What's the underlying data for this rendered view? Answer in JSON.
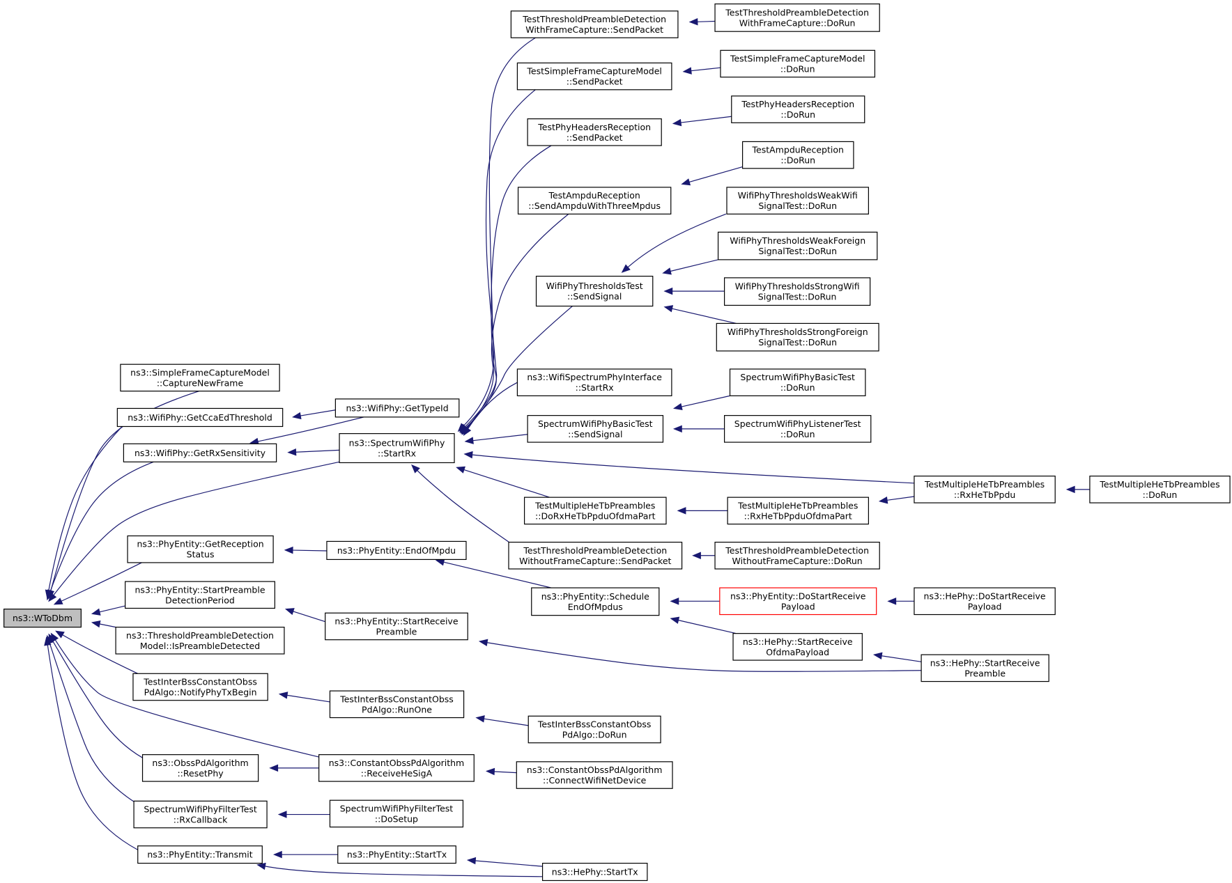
{
  "colors": {
    "edge": "#191970",
    "root_fill": "#bfbfbf",
    "highlight_border": "#ff0000"
  },
  "nodes": {
    "WToDbm": [
      "ns3::WToDbm"
    ],
    "SimpleFrameCapture": [
      "ns3::SimpleFrameCaptureModel",
      "::CaptureNewFrame"
    ],
    "GetCcaEdThreshold": [
      "ns3::WifiPhy::GetCcaEdThreshold"
    ],
    "GetRxSensitivity": [
      "ns3::WifiPhy::GetRxSensitivity"
    ],
    "GetReceptionStatus": [
      "ns3::PhyEntity::GetReception",
      "Status"
    ],
    "StartPreambleDetectionPeriod": [
      "ns3::PhyEntity::StartPreamble",
      "DetectionPeriod"
    ],
    "IsPreambleDetected": [
      "ns3::ThresholdPreambleDetection",
      "Model::IsPreambleDetected"
    ],
    "NotifyPhyTxBegin": [
      "TestInterBssConstantObss",
      "PdAlgo::NotifyPhyTxBegin"
    ],
    "ResetPhy": [
      "ns3::ObssPdAlgorithm",
      "::ResetPhy"
    ],
    "FilterRxCallback": [
      "SpectrumWifiPhyFilterTest",
      "::RxCallback"
    ],
    "Transmit": [
      "ns3::PhyEntity::Transmit"
    ],
    "GetTypeId": [
      "ns3::WifiPhy::GetTypeId"
    ],
    "SpectrumStartRx": [
      "ns3::SpectrumWifiPhy",
      "::StartRx"
    ],
    "EndOfMpdu": [
      "ns3::PhyEntity::EndOfMpdu"
    ],
    "PhyEntityStartReceivePreamble": [
      "ns3::PhyEntity::StartReceive",
      "Preamble"
    ],
    "RunOne": [
      "TestInterBssConstantObss",
      "PdAlgo::RunOne"
    ],
    "ReceiveHeSigA": [
      "ns3::ConstantObssPdAlgorithm",
      "::ReceiveHeSigA"
    ],
    "FilterDoSetup": [
      "SpectrumWifiPhyFilterTest",
      "::DoSetup"
    ],
    "PhyEntityStartTx": [
      "ns3::PhyEntity::StartTx"
    ],
    "TPDWithSendPacket": [
      "TestThresholdPreambleDetection",
      "WithFrameCapture::SendPacket"
    ],
    "SimpleFCMSendPacket": [
      "TestSimpleFrameCaptureModel",
      "::SendPacket"
    ],
    "PhyHeadersSendPacket": [
      "TestPhyHeadersReception",
      "::SendPacket"
    ],
    "AmpduSend": [
      "TestAmpduReception",
      "::SendAmpduWithThreeMpdus"
    ],
    "ThresholdsSendSignal": [
      "WifiPhyThresholdsTest",
      "::SendSignal"
    ],
    "InterfaceStartRx": [
      "ns3::WifiSpectrumPhyInterface",
      "::StartRx"
    ],
    "BasicSendSignal": [
      "SpectrumWifiPhyBasicTest",
      "::SendSignal"
    ],
    "DoRxHeTbPpdu": [
      "TestMultipleHeTbPreambles",
      "::DoRxHeTbPpduOfdmaPart"
    ],
    "TPDWithoutSendPacket": [
      "TestThresholdPreambleDetection",
      "WithoutFrameCapture::SendPacket"
    ],
    "ScheduleEndOfMpdus": [
      "ns3::PhyEntity::Schedule",
      "EndOfMpdus"
    ],
    "InterBssDoRun": [
      "TestInterBssConstantObss",
      "PdAlgo::DoRun"
    ],
    "ConnectWifiNetDevice": [
      "ns3::ConstantObssPdAlgorithm",
      "::ConnectWifiNetDevice"
    ],
    "TPDWithDoRun": [
      "TestThresholdPreambleDetection",
      "WithFrameCapture::DoRun"
    ],
    "SimpleFCMDoRun": [
      "TestSimpleFrameCaptureModel",
      "::DoRun"
    ],
    "PhyHeadersDoRun": [
      "TestPhyHeadersReception",
      "::DoRun"
    ],
    "AmpduDoRun": [
      "TestAmpduReception",
      "::DoRun"
    ],
    "WeakWifi": [
      "WifiPhyThresholdsWeakWifi",
      "SignalTest::DoRun"
    ],
    "WeakForeign": [
      "WifiPhyThresholdsWeakForeign",
      "SignalTest::DoRun"
    ],
    "StrongWifi": [
      "WifiPhyThresholdsStrongWifi",
      "SignalTest::DoRun"
    ],
    "StrongForeign": [
      "WifiPhyThresholdsStrongForeign",
      "SignalTest::DoRun"
    ],
    "BasicDoRun": [
      "SpectrumWifiPhyBasicTest",
      "::DoRun"
    ],
    "ListenerDoRun": [
      "SpectrumWifiPhyListenerTest",
      "::DoRun"
    ],
    "RxHeTbPpduOfdmaPart": [
      "TestMultipleHeTbPreambles",
      "::RxHeTbPpduOfdmaPart"
    ],
    "TPDWithoutDoRun": [
      "TestThresholdPreambleDetection",
      "WithoutFrameCapture::DoRun"
    ],
    "DoStartReceivePayload": [
      "ns3::PhyEntity::DoStartReceive",
      "Payload"
    ],
    "StartReceiveOfdmaPayload": [
      "ns3::HePhy::StartReceive",
      "OfdmaPayload"
    ],
    "HePhyStartTx": [
      "ns3::HePhy::StartTx"
    ],
    "RxHeTbPpdu": [
      "TestMultipleHeTbPreambles",
      "::RxHeTbPpdu"
    ],
    "HePhyDoStartReceivePayload": [
      "ns3::HePhy::DoStartReceive",
      "Payload"
    ],
    "HePhyStartReceivePreamble": [
      "ns3::HePhy::StartReceive",
      "Preamble"
    ],
    "MultipleDoRun": [
      "TestMultipleHeTbPreambles",
      "::DoRun"
    ]
  }
}
